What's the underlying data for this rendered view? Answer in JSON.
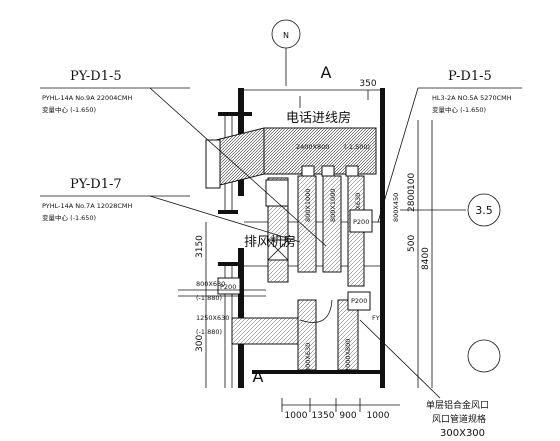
{
  "north": "N",
  "section_marks": {
    "top": "A",
    "bottom": "A"
  },
  "tags": {
    "left_top": {
      "code": "PY-D1-5",
      "spec": "PYHL-14A No.9A 22004CMH",
      "note": "变量中心 (-1.650)"
    },
    "left_mid": {
      "code": "PY-D1-7",
      "spec": "PYHL-14A No.7A 12028CMH",
      "note": "变量中心 (-1.650)"
    },
    "right_top": {
      "code": "P-D1-5",
      "spec": "HL3-2A NO.5A 5270CMH",
      "note": "变量中心 (-1.650)"
    }
  },
  "rooms": {
    "telephone": "电话进线房",
    "exhaust": "排风机房"
  },
  "duct_labels": {
    "top_duct": "2400X800",
    "top_duct_right": "(-1.500)",
    "v1": "800X1000",
    "v2": "800X1000",
    "v3": "800X630",
    "v4": "800X450",
    "v5": "800X630",
    "v6": "2000X800",
    "h1": "800X630",
    "h1_elev": "(-1.880)",
    "h2": "1250X630",
    "h2_elev": "(-1.880)",
    "p200_1": "P200",
    "p200_2": "P200",
    "p200_3": "P200",
    "fy": "FY"
  },
  "grid": {
    "axis": "3.5"
  },
  "dims": {
    "top": "350",
    "v_2800": "2800",
    "v_500": "500",
    "v_8400": "8400",
    "v_100": "100",
    "v_3150": "3150",
    "v_300": "300",
    "b_1000": "1000",
    "b_1350": "1350",
    "b_900": "900",
    "b_1000b": "1000"
  },
  "callout": {
    "line1": "单层铝合金风口",
    "line2": "风口管道规格",
    "line3": "300X300"
  }
}
